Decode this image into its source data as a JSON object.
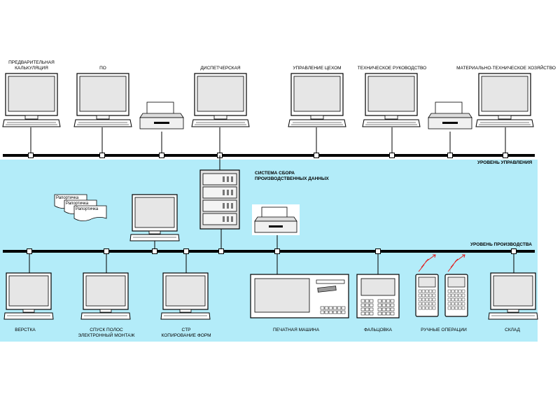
{
  "management": {
    "labels": [
      "ПРЕДВАРИТЕЛЬНАЯ\nКАЛЬКУЛЯЦИЯ",
      "ПО",
      "ДИСПЕТЧЕРСКАЯ",
      "УПРАВЛЕНИЕ ЦЕХОМ",
      "ТЕХНИЧЕСКОЕ РУКОВОДСТВО",
      "МАТЕРИАЛЬНО-ТЕХНИЧЕСКОЕ ХОЗЯЙСТВО"
    ],
    "level_label": "УРОВЕНЬ УПРАВЛЕНИЯ"
  },
  "production": {
    "level_label": "УРОВЕНЬ ПРОИЗВОДСТВА",
    "data_system_label": "СИСТЕМА СБОРА\nПРОИЗВОДСТВЕННЫХ ДАННЫХ",
    "report_labels": [
      "Рапортичка",
      "Рапортичка",
      "Рапортичка"
    ],
    "station_labels": [
      "ВЕРСТКА",
      "СПУСК ПОЛОС\nЭЛЕКТРОННЫЙ МОНТАЖ",
      "CTP\nКОПИРОВАНИЕ ФОРМ",
      "ПЕЧАТНАЯ МАШИНА",
      "ФАЛЬЦОВКА",
      "РУЧНЫЕ ОПЕРАЦИИ",
      "СКЛАД"
    ]
  },
  "colors": {
    "production_zone": "#b3ecf9",
    "bus": "#000000",
    "screen": "#e6e6e6"
  }
}
